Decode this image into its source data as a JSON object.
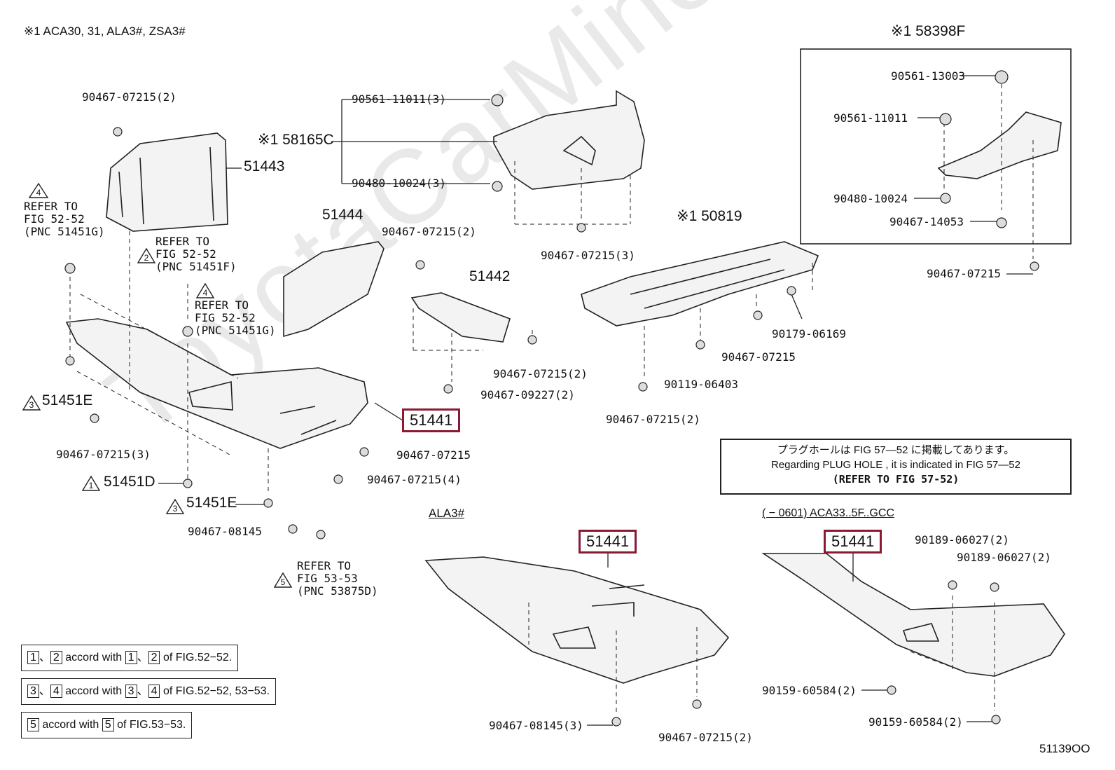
{
  "header_note": "※1 ACA30, 31, ALA3#, ZSA3#",
  "watermark": "ToyotaCarMine.ru",
  "figure_code": "51139OO",
  "inset": {
    "title": "※1 58398F",
    "parts": [
      "90561-13003",
      "90561-11011",
      "90480-10024",
      "90467-14053"
    ],
    "below": "90467-07215"
  },
  "parts_left": {
    "p1": "90467-07215(2)",
    "p2": "51443",
    "p3": "51444",
    "p4": "90467-07215(2)",
    "p5": "51442",
    "p6": "90467-07215(2)",
    "p7": "90467-09227(2)",
    "p8": "51451E",
    "p9": "90467-07215(3)",
    "p10": "90467-07215",
    "p11": "90467-07215(4)",
    "p12": "51451D",
    "p13": "51451E",
    "p14": "90467-08145"
  },
  "parts_center": {
    "c1": "90561-11011(3)",
    "c2": "※1 58165C",
    "c3": "90480-10024(3)",
    "c4": "90467-07215(3)"
  },
  "parts_right": {
    "r1": "※1 50819",
    "r2": "90179-06169",
    "r3": "90467-07215",
    "r4": "90119-06403",
    "r5": "90467-07215(2)"
  },
  "refers": {
    "ref4a": [
      "REFER TO",
      "FIG 52-52",
      "(PNC 51451G)"
    ],
    "ref2": [
      "REFER TO",
      "FIG 52-52",
      "(PNC 51451F)"
    ],
    "ref4b": [
      "REFER TO",
      "FIG 52-52",
      "(PNC 51451G)"
    ],
    "ref5": [
      "REFER TO",
      "FIG 53-53",
      "(PNC 53875D)"
    ]
  },
  "highlight_part": "51441",
  "note": {
    "jp": "プラグホールは FIG 57―52 に掲載してあります。",
    "en": "Regarding  PLUG  HOLE , it is indicated in FIG  57―52",
    "ref": "(REFER  TO  FIG  57-52)"
  },
  "variant_ala": {
    "label": "ALA3#",
    "parts": [
      "90467-08145(3)",
      "90467-07215(2)"
    ]
  },
  "variant_aca": {
    "label": "(      − 0601) ACA33..5F..GCC",
    "parts": [
      "90189-06027(2)",
      "90189-06027(2)",
      "90159-60584(2)",
      "90159-60584(2)"
    ]
  },
  "legend": {
    "l1": [
      "1",
      "2",
      "accord with",
      "1",
      "2",
      "of FIG.52−52."
    ],
    "l2": [
      "3",
      "4",
      "accord with",
      "3",
      "4",
      "of FIG.52−52, 53−53."
    ],
    "l3": [
      "5",
      "accord with",
      "5",
      "of FIG.53−53."
    ]
  },
  "colors": {
    "highlight": "#8a1a32",
    "line": "#222222",
    "part_fill": "#f3f3f3"
  }
}
